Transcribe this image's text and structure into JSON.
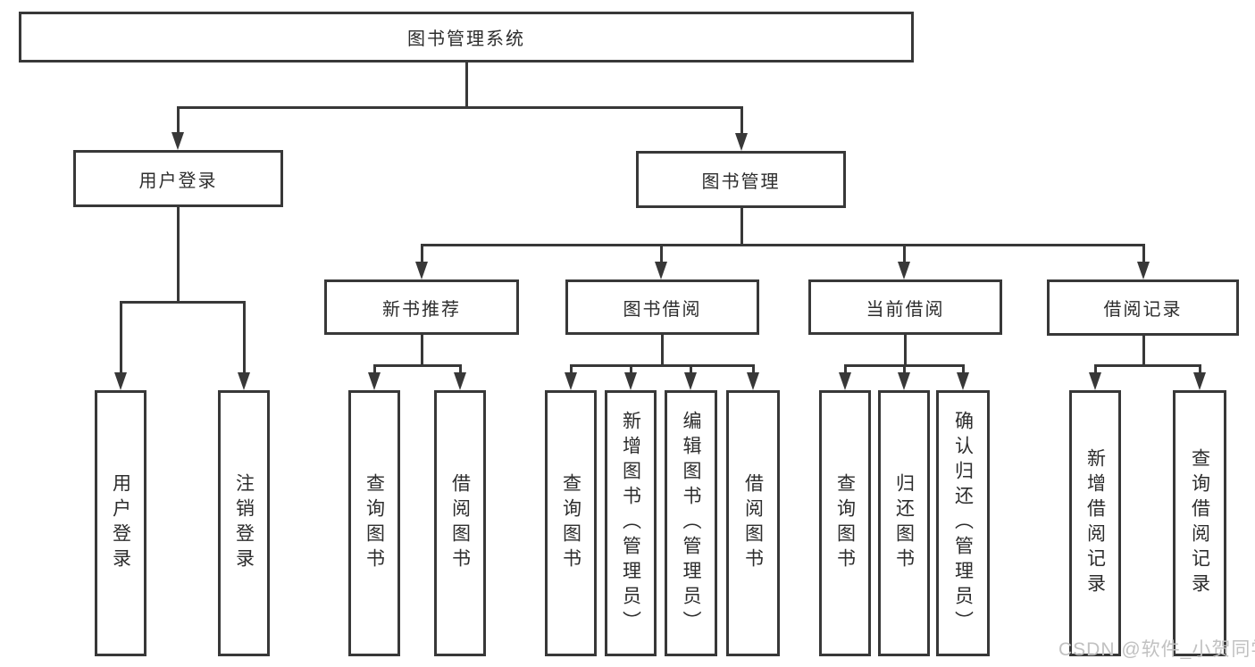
{
  "diagram": {
    "tree": {
      "root": {
        "label": "图书管理系统"
      },
      "branches": [
        {
          "label": "用户登录",
          "leaves": [
            {
              "label": "用户登录"
            },
            {
              "label": "注销登录"
            }
          ]
        },
        {
          "label": "图书管理",
          "groups": [
            {
              "label": "新书推荐",
              "leaves": [
                {
                  "label": "查询图书"
                },
                {
                  "label": "借阅图书"
                }
              ]
            },
            {
              "label": "图书借阅",
              "leaves": [
                {
                  "label": "查询图书"
                },
                {
                  "label": "新增图书（管理员）"
                },
                {
                  "label": "编辑图书（管理员）"
                },
                {
                  "label": "借阅图书"
                }
              ]
            },
            {
              "label": "当前借阅",
              "leaves": [
                {
                  "label": "查询图书"
                },
                {
                  "label": "归还图书"
                },
                {
                  "label": "确认归还（管理员）"
                }
              ]
            },
            {
              "label": "借阅记录",
              "leaves": [
                {
                  "label": "新增借阅记录"
                },
                {
                  "label": "查询借阅记录"
                }
              ]
            }
          ]
        }
      ]
    },
    "colors": {
      "line": "#383838",
      "text": "#2d2d2d",
      "watermark": "#c1c1c1",
      "background": "#ffffff"
    }
  },
  "watermark": {
    "text": "CSDN @软件_小贺同学"
  }
}
